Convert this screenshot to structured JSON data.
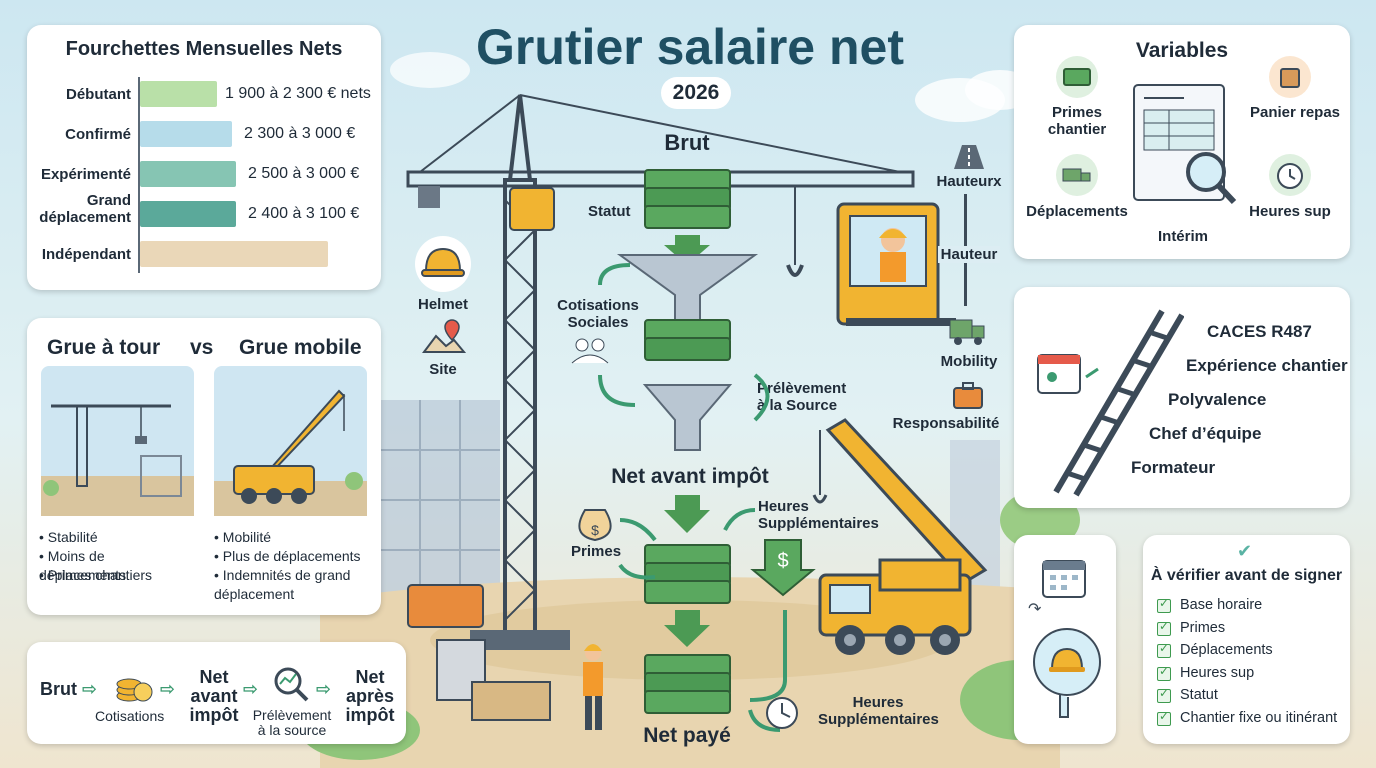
{
  "header": {
    "title": "Grutier salaire net",
    "year": "2026"
  },
  "fourchettes": {
    "title": "Fourchettes Mensuelles Nets",
    "rows": [
      {
        "label": "Débutant",
        "value": "1 900 à 2 300 € nets",
        "color": "#b9e0a8"
      },
      {
        "label": "Confirmé",
        "value": "2 300 à 3 000 €",
        "color": "#b6dcea"
      },
      {
        "label": "Expérimenté",
        "value": "2 500 à 3 000 €",
        "color": "#86c5b3"
      },
      {
        "label": "Grand déplacement",
        "value": "2 400 à 3 100 €",
        "color": "#5ba99a"
      },
      {
        "label": "Indépendant",
        "value": "",
        "color": "#ead7b8"
      }
    ]
  },
  "comparison": {
    "left_title": "Grue à tour",
    "vs": "vs",
    "right_title": "Grue mobile",
    "left_bullets": [
      "Stabilité",
      "Moins de déplacements",
      "Primes chantiers"
    ],
    "right_bullets": [
      "Mobilité",
      "Plus de déplacements",
      "Indemnités de grand déplacement"
    ]
  },
  "flow": {
    "brut": "Brut",
    "cotisations": "Cotisations",
    "net_avant": "Net avant impôt",
    "prelevement": "Prélèvement à la source",
    "net_apres": "Net après impôt"
  },
  "center": {
    "brut": "Brut",
    "statut": "Statut",
    "cotisations": "Cotisations Sociales",
    "prelevement": "Prélèvement à la Source",
    "net_avant": "Net avant impôt",
    "primes": "Primes",
    "heures_sup_top": "Heures Supplémentaires",
    "heures_sup_bottom": "Heures Supplémentaires",
    "net_paye": "Net payé",
    "helmet": "Helmet",
    "site": "Site",
    "hauteurx": "Hauteurx",
    "hauteur": "Hauteur",
    "mobility": "Mobility",
    "responsabilite": "Responsabilité"
  },
  "variables": {
    "title": "Variables",
    "primes_chantier": "Primes chantier",
    "panier_repas": "Panier repas",
    "deplacements": "Déplacements",
    "heures_sup": "Heures sup",
    "interim": "Intérim"
  },
  "career": {
    "items": [
      "CACES R487",
      "Expérience chantier",
      "Polyvalence",
      "Chef d’équipe",
      "Formateur"
    ]
  },
  "checklist": {
    "title": "À vérifier avant de signer",
    "items": [
      "Base horaire",
      "Primes",
      "Déplacements",
      "Heures sup",
      "Statut",
      "Chantier fixe ou itinérant"
    ]
  },
  "colors": {
    "accent_yellow": "#f1b431",
    "money_green": "#4c9a54",
    "teal": "#3b8c8c",
    "dark": "#1f2b38"
  }
}
